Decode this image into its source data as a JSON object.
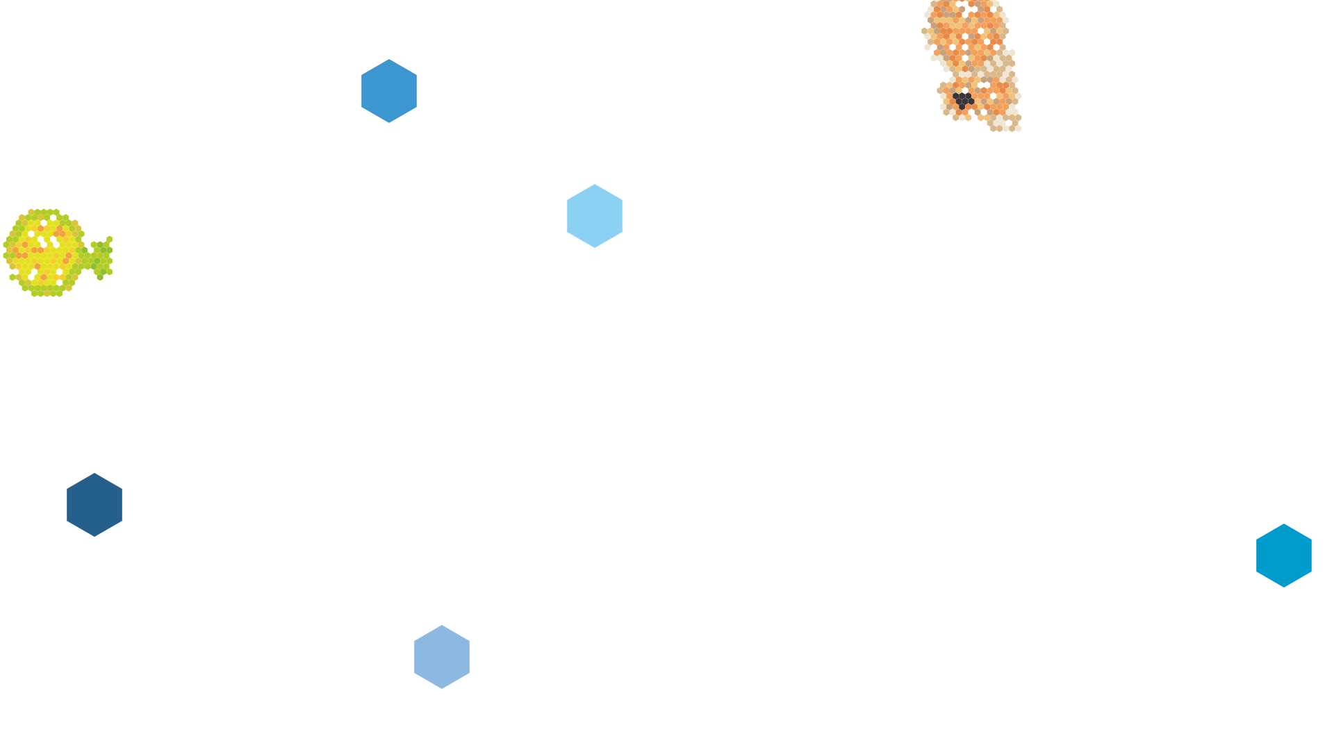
{
  "background_color": "#ffffff",
  "hexagons": [
    {
      "name": "hexagon-blue",
      "color": "#3c96cf"
    },
    {
      "name": "hexagon-light-blue",
      "color": "#8bd1f4"
    },
    {
      "name": "hexagon-dark-blue",
      "color": "#255f8b"
    },
    {
      "name": "hexagon-pale-blue",
      "color": "#8cb8e1"
    },
    {
      "name": "hexagon-cyan",
      "color": "#009ccc"
    }
  ],
  "mosaics": [
    {
      "name": "yellow-fish-mosaic",
      "icon": "fish-icon",
      "palette": [
        "#e4e21f",
        "#b3cd24",
        "#f2a23c",
        "#8fbf2b",
        "#d9c53a",
        "#f4d12a"
      ]
    },
    {
      "name": "orange-shrimp-mosaic",
      "icon": "shrimp-icon",
      "palette": [
        "#f3a05a",
        "#e88b4a",
        "#d9b98c",
        "#f1c27a",
        "#c8a27d",
        "#3a3438",
        "#efe5d3"
      ]
    }
  ]
}
